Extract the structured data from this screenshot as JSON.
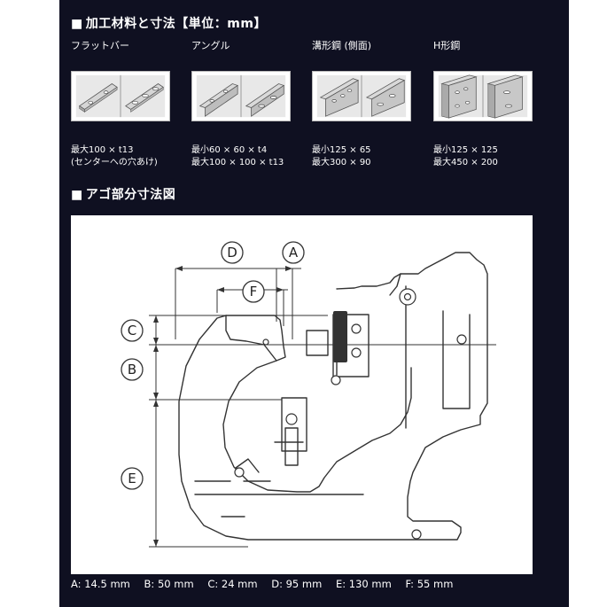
{
  "section1": {
    "marker": "■",
    "title": "加工材料と寸法【単位：mm】"
  },
  "materials": [
    {
      "name": "フラットバー",
      "image_icon": "flat-bar-icon",
      "spec_line1": "最大100 × t13",
      "spec_line2": "(センターへの穴あけ)"
    },
    {
      "name": "アングル",
      "image_icon": "angle-steel-icon",
      "spec_line1": "最小60 × 60 × t4",
      "spec_line2": "最大100 × 100 × t13"
    },
    {
      "name": "溝形鋼 (側面)",
      "image_icon": "channel-steel-icon",
      "spec_line1": "最小125 × 65",
      "spec_line2": "最大300 × 90"
    },
    {
      "name": "H形鋼",
      "image_icon": "h-beam-icon",
      "spec_line1": "最小125 × 125",
      "spec_line2": "最大450 × 200"
    }
  ],
  "section2": {
    "marker": "■",
    "title": "アゴ部分寸法図"
  },
  "diagram": {
    "labels": {
      "A": "A",
      "B": "B",
      "C": "C",
      "D": "D",
      "E": "E",
      "F": "F"
    },
    "line_color": "#333333"
  },
  "dimensions": [
    {
      "key": "A",
      "text": "A: 14.5 mm"
    },
    {
      "key": "B",
      "text": "B: 50 mm"
    },
    {
      "key": "C",
      "text": "C: 24 mm"
    },
    {
      "key": "D",
      "text": "D: 95 mm"
    },
    {
      "key": "E",
      "text": "E: 130 mm"
    },
    {
      "key": "F",
      "text": "F: 55 mm"
    }
  ],
  "colors": {
    "panel_bg": "#0f1021",
    "text": "#ffffff",
    "diagram_bg": "#ffffff"
  }
}
